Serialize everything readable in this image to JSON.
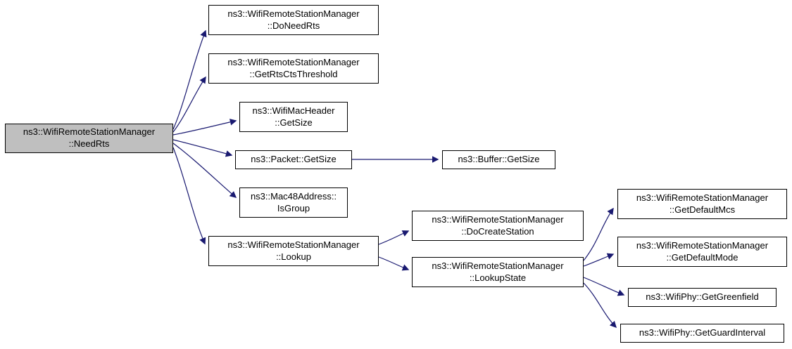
{
  "diagram": {
    "type": "call-graph",
    "background_color": "#ffffff",
    "edge_color": "#191970",
    "node_fill": "#ffffff",
    "root_node_fill": "#bfbfbf",
    "node_border_color": "#000000"
  },
  "nodes": [
    {
      "id": "needrts",
      "label": "ns3::WifiRemoteStationManager\n::NeedRts",
      "root": true
    },
    {
      "id": "doneedrts",
      "label": "ns3::WifiRemoteStationManager\n::DoNeedRts",
      "root": false
    },
    {
      "id": "getrtsctsthreshold",
      "label": "ns3::WifiRemoteStationManager\n::GetRtsCtsThreshold",
      "root": false
    },
    {
      "id": "macheader-getsize",
      "label": "ns3::WifiMacHeader\n::GetSize",
      "root": false
    },
    {
      "id": "packet-getsize",
      "label": "ns3::Packet::GetSize",
      "root": false
    },
    {
      "id": "buffer-getsize",
      "label": "ns3::Buffer::GetSize",
      "root": false
    },
    {
      "id": "isgroup",
      "label": "ns3::Mac48Address::\nIsGroup",
      "root": false
    },
    {
      "id": "lookup",
      "label": "ns3::WifiRemoteStationManager\n::Lookup",
      "root": false
    },
    {
      "id": "docreatestation",
      "label": "ns3::WifiRemoteStationManager\n::DoCreateStation",
      "root": false
    },
    {
      "id": "lookupstate",
      "label": "ns3::WifiRemoteStationManager\n::LookupState",
      "root": false
    },
    {
      "id": "getdefaultmcs",
      "label": "ns3::WifiRemoteStationManager\n::GetDefaultMcs",
      "root": false
    },
    {
      "id": "getdefaultmode",
      "label": "ns3::WifiRemoteStationManager\n::GetDefaultMode",
      "root": false
    },
    {
      "id": "getgreenfield",
      "label": "ns3::WifiPhy::GetGreenfield",
      "root": false
    },
    {
      "id": "getguardinterval",
      "label": "ns3::WifiPhy::GetGuardInterval",
      "root": false
    }
  ],
  "edges": [
    {
      "from": "needrts",
      "to": "doneedrts"
    },
    {
      "from": "needrts",
      "to": "getrtsctsthreshold"
    },
    {
      "from": "needrts",
      "to": "macheader-getsize"
    },
    {
      "from": "needrts",
      "to": "packet-getsize"
    },
    {
      "from": "needrts",
      "to": "isgroup"
    },
    {
      "from": "needrts",
      "to": "lookup"
    },
    {
      "from": "packet-getsize",
      "to": "buffer-getsize"
    },
    {
      "from": "lookup",
      "to": "docreatestation"
    },
    {
      "from": "lookup",
      "to": "lookupstate"
    },
    {
      "from": "lookupstate",
      "to": "getdefaultmcs"
    },
    {
      "from": "lookupstate",
      "to": "getdefaultmode"
    },
    {
      "from": "lookupstate",
      "to": "getgreenfield"
    },
    {
      "from": "lookupstate",
      "to": "getguardinterval"
    }
  ]
}
